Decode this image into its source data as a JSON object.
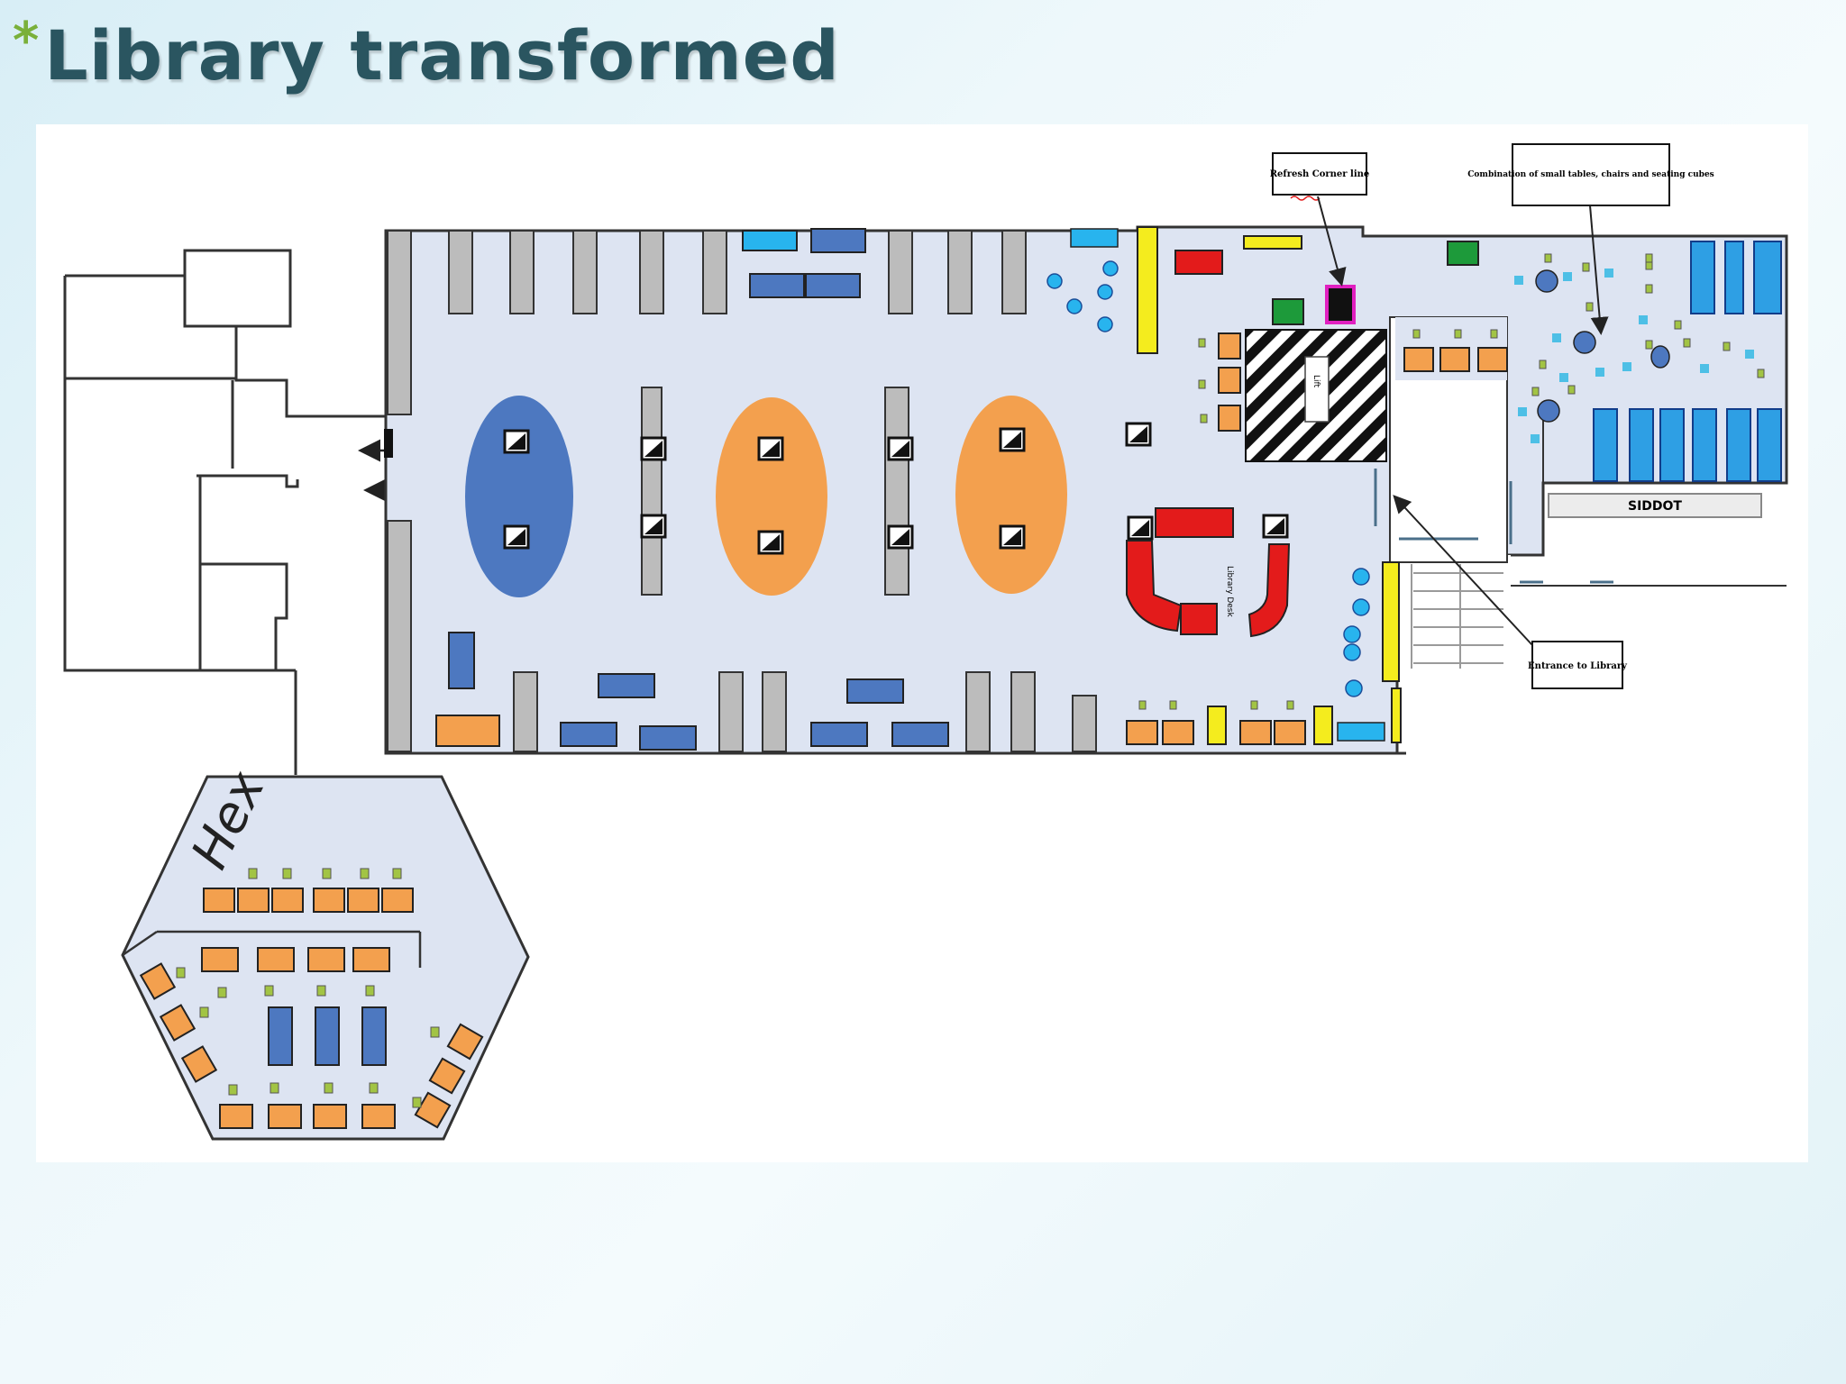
{
  "slide": {
    "bullet": "*",
    "title": "Library transformed"
  },
  "plan": {
    "hex_label": "Hex",
    "callout_refresh": "Refresh Corner line",
    "callout_combination": "Combination of small tables, chairs and seating cubes",
    "callout_entrance": "Entrance to Library",
    "sign_label": "SIDDOT",
    "lift_label": "Lift",
    "desk_label": "Library Desk",
    "colors": {
      "walls": "#222222",
      "floor": "#dde4f2",
      "shelving": "#bcbcbc",
      "blue_tables": "#4d78c0",
      "orange_zone": "#f3a04e",
      "red_desk": "#e31b1b",
      "yellow_units": "#f4ec1e",
      "green_units": "#1d9a3a",
      "cyan_units": "#2e9fe4"
    }
  }
}
